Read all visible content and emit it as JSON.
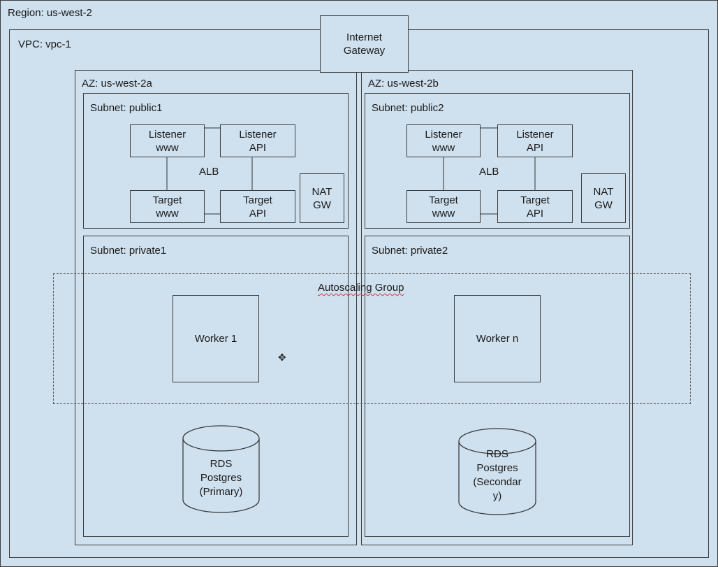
{
  "region": {
    "label": "Region: us-west-2"
  },
  "vpc": {
    "label": "VPC: vpc-1"
  },
  "igw": {
    "line1": "Internet",
    "line2": "Gateway"
  },
  "az_a": {
    "label": "AZ: us-west-2a",
    "public_subnet": "Subnet: public1",
    "private_subnet": "Subnet: private1",
    "listener_www": [
      "Listener",
      "www"
    ],
    "listener_api": [
      "Listener",
      "API"
    ],
    "target_www": [
      "Target",
      "www"
    ],
    "target_api": [
      "Target",
      "API"
    ],
    "alb": "ALB",
    "nat": [
      "NAT",
      "GW"
    ],
    "worker": "Worker 1",
    "rds": [
      "RDS",
      "Postgres",
      "(Primary)"
    ]
  },
  "az_b": {
    "label": "AZ: us-west-2b",
    "public_subnet": "Subnet: public2",
    "private_subnet": "Subnet: private2",
    "listener_www": [
      "Listener",
      "www"
    ],
    "listener_api": [
      "Listener",
      "API"
    ],
    "target_www": [
      "Target",
      "www"
    ],
    "target_api": [
      "Target",
      "API"
    ],
    "alb": "ALB",
    "nat": [
      "NAT",
      "GW"
    ],
    "worker": "Worker n",
    "rds": [
      "RDS",
      "Postgres",
      "(Secondar",
      "y)"
    ]
  },
  "asg": {
    "label": "Autoscaling Group"
  },
  "cursor_icon": "move-cursor-icon"
}
